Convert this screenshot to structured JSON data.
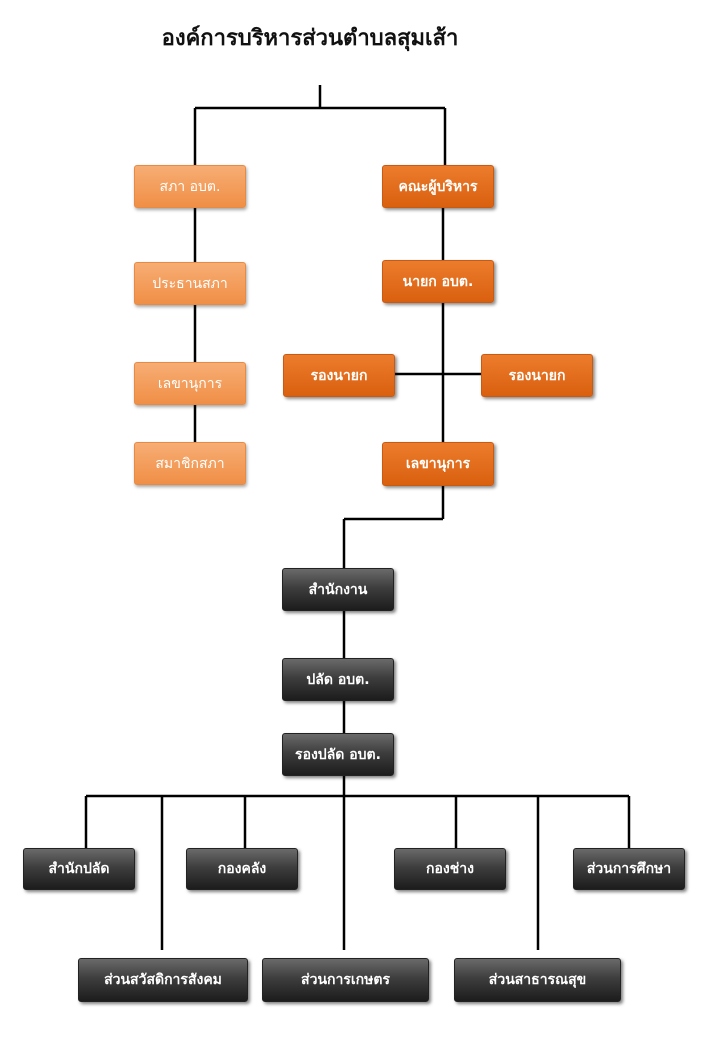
{
  "title": "องค์การบริหารส่วนตำบลสุมเส้า",
  "council": [
    "สภา อบต.",
    "ประธานสภา",
    "เลขานุการ",
    "สมาชิกสภา"
  ],
  "executive": {
    "board": "คณะผู้บริหาร",
    "mayor": "นายก อบต.",
    "deputy_left": "รองนายก",
    "deputy_right": "รองนายก",
    "secretary": "เลขานุการ"
  },
  "office": {
    "bureau": "สำนักงาน",
    "clerk": "ปลัด อบต.",
    "deputy_clerk": "รองปลัด อบต."
  },
  "departments_top": [
    "สำนักปลัด",
    "กองคลัง",
    "กองช่าง",
    "ส่วนการศึกษา"
  ],
  "departments_bottom": [
    "ส่วนสวัสดิการสังคม",
    "ส่วนการเกษตร",
    "ส่วนสาธารณสุข"
  ]
}
